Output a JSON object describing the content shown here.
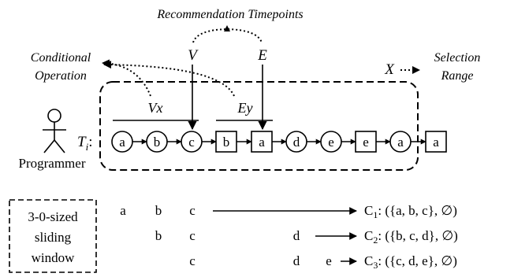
{
  "top": {
    "timepoints_title": "Recommendation Timepoints",
    "v_label": "V",
    "e_label": "E",
    "conditional_line1": "Conditional",
    "conditional_line2": "Operation",
    "x_label": "X",
    "selection_line1": "Selection",
    "selection_line2": "Range",
    "vx_label": "Vx",
    "ey_label": "Ey",
    "t_label": "T",
    "t_subscript": "i",
    "t_colon": ":",
    "programmer_label": "Programmer"
  },
  "sequence": [
    {
      "text": "a",
      "shape": "circle"
    },
    {
      "text": "b",
      "shape": "circle"
    },
    {
      "text": "c",
      "shape": "circle"
    },
    {
      "text": "b",
      "shape": "square"
    },
    {
      "text": "a",
      "shape": "square"
    },
    {
      "text": "d",
      "shape": "circle"
    },
    {
      "text": "e",
      "shape": "circle"
    },
    {
      "text": "e",
      "shape": "square"
    },
    {
      "text": "a",
      "shape": "circle"
    },
    {
      "text": "a",
      "shape": "square"
    }
  ],
  "window_box": {
    "line1": "3-0-sized",
    "line2": "sliding",
    "line3": "window"
  },
  "windows": {
    "row1": [
      "a",
      "b",
      "c"
    ],
    "row2": [
      "b",
      "c",
      "d"
    ],
    "row3": [
      "c",
      "d",
      "e"
    ]
  },
  "candidates": [
    {
      "name": "C",
      "sub": "1",
      "set": ": ({a, b, c}, ∅)"
    },
    {
      "name": "C",
      "sub": "2",
      "set": ": ({b, c, d}, ∅)"
    },
    {
      "name": "C",
      "sub": "3",
      "set": ": ({c, d, e}, ∅)"
    }
  ]
}
